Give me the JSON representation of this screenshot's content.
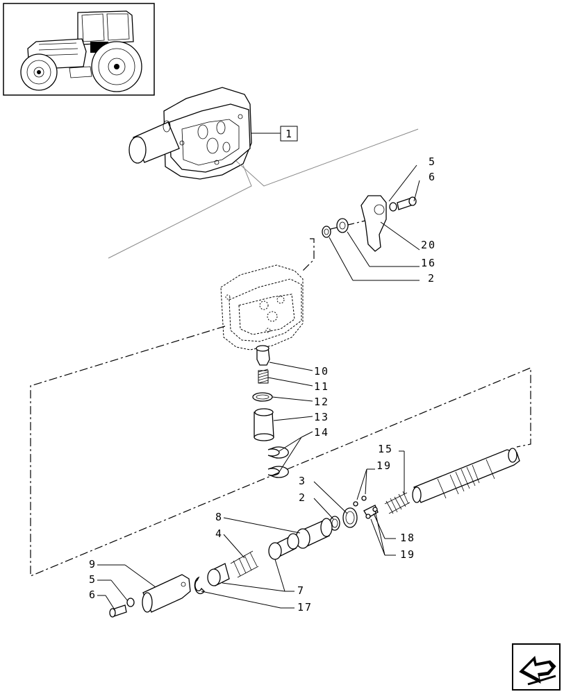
{
  "reference_box": "1",
  "callouts": {
    "c5_top": "5",
    "c6_top": "6",
    "c20": "20",
    "c16": "16",
    "c2_top": "2",
    "c10": "10",
    "c11": "11",
    "c12": "12",
    "c13": "13",
    "c14": "14",
    "c15": "15",
    "c19_top": "19",
    "c3": "3",
    "c2_mid": "2",
    "c8": "8",
    "c4": "4",
    "c18": "18",
    "c19_bottom": "19",
    "c9": "9",
    "c5_bottom": "5",
    "c6_bottom": "6",
    "c7": "7",
    "c17": "17"
  },
  "icons": {
    "thumbnail": "tractor-thumbnail-icon",
    "nav": "next-page-arrow-icon"
  }
}
